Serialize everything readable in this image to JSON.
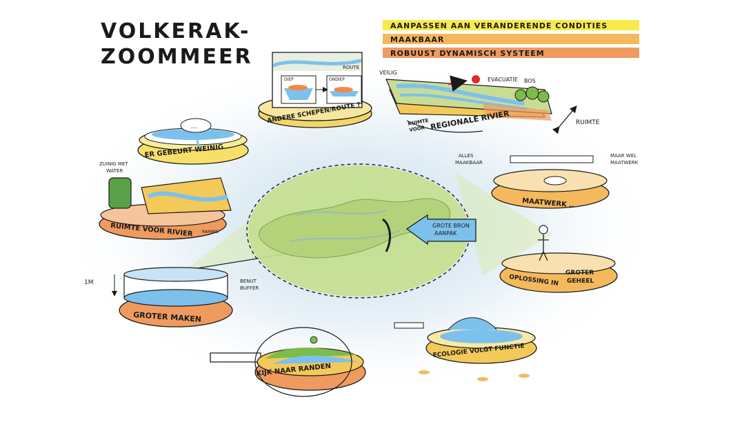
{
  "title": {
    "line1": "VOLKERAK-",
    "line2": "ZOOMMEER"
  },
  "legend": [
    {
      "label": "AANPASSEN AAN VERANDERENDE CONDITIES",
      "color": "#f7ea4a"
    },
    {
      "label": "MAAKBAAR",
      "color": "#f5b85c"
    },
    {
      "label": "ROBUUST DYNAMISCH SYSTEEM",
      "color": "#ef9a5f"
    }
  ],
  "center": {
    "arrow_label_line1": "GROTE BRON",
    "arrow_label_line2": "AANPAK"
  },
  "tiles": {
    "ships": {
      "label": "ANDERE SCHEPEN/ROUTE ?",
      "route": "ROUTE",
      "diep": "DIEP",
      "ondiep": "ONDIEP"
    },
    "river": {
      "label_line1": "RUIMTE",
      "label_line2": "VOOR",
      "label_main": "REGIONALE RIVIER",
      "veilig": "VEILIG",
      "evacuatie": "EVACUATIE",
      "bos": "BOS",
      "ruimte": "RUIMTE"
    },
    "weinig": {
      "label": "ER GEBEURT WEINIG",
      "cloud": "..."
    },
    "rivier": {
      "label_main": "RUIMTE VOOR RIVIER",
      "label_small": "RAMING",
      "zuinig_line1": "ZUINIG MET",
      "zuinig_line2": "WATER"
    },
    "maatwerk": {
      "label": "MAATWERK ..",
      "alles_line1": "ALLES",
      "alles_line2": "MAAKBAAR",
      "maar_line1": "MAAR WEL",
      "maar_line2": "MAATWERK"
    },
    "geheel": {
      "label_line1": "OPLOSSING IN",
      "label_line2": "GROTER",
      "label_line3": "GEHEEL"
    },
    "groter": {
      "label": "GROTER MAKEN",
      "dim": "1M",
      "buffer_line1": "BENUT",
      "buffer_line2": "BUFFER"
    },
    "randen": {
      "label": "KIJK NAAR RANDEN"
    },
    "ecologie": {
      "label": "ECOLOGIE VOLGT FUNCTIE"
    }
  }
}
